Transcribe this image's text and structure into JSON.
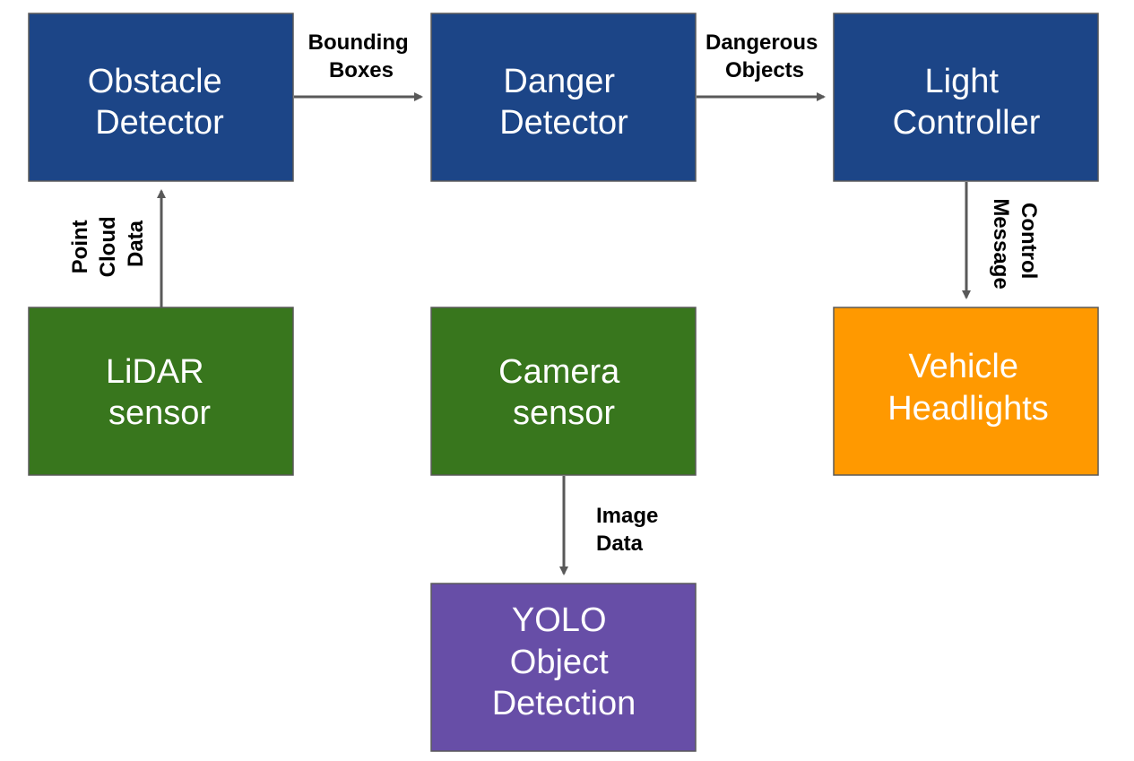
{
  "colors": {
    "processing": "#1c4587",
    "sensor": "#38761d",
    "output": "#ff9900",
    "detection": "#674ea7",
    "edge": "#595959",
    "node_text": "#ffffff",
    "edge_text": "#000000"
  },
  "nodes": {
    "obstacle_detector": {
      "line1": "Obstacle",
      "line2": "Detector"
    },
    "danger_detector": {
      "line1": "Danger",
      "line2": "Detector"
    },
    "light_controller": {
      "line1": "Light",
      "line2": "Controller"
    },
    "lidar_sensor": {
      "line1": "LiDAR",
      "line2": "sensor"
    },
    "camera_sensor": {
      "line1": "Camera",
      "line2": "sensor"
    },
    "vehicle_headlights": {
      "line1": "Vehicle",
      "line2": "Headlights"
    },
    "yolo_detection": {
      "line1": "YOLO",
      "line2": "Object",
      "line3": "Detection"
    }
  },
  "edges": {
    "bounding_boxes": {
      "line1": "Bounding",
      "line2": "Boxes"
    },
    "dangerous_objects": {
      "line1": "Dangerous",
      "line2": "Objects"
    },
    "point_cloud_data": {
      "line1": "Point",
      "line2": "Cloud",
      "line3": "Data"
    },
    "control_message": {
      "line1": "Control",
      "line2": "Message"
    },
    "image_data": {
      "line1": "Image",
      "line2": "Data"
    }
  }
}
